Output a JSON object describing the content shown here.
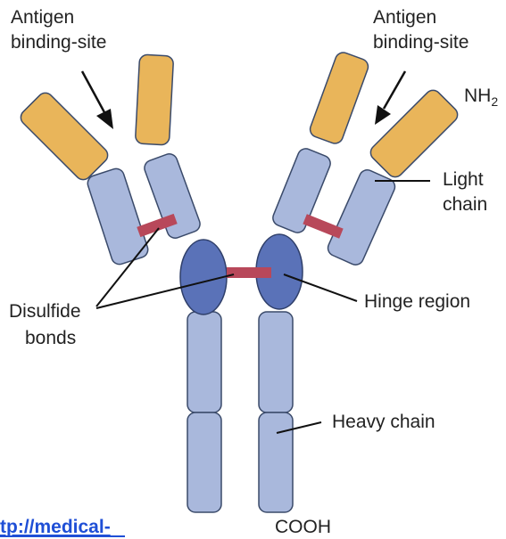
{
  "labels": {
    "antigen_left_1": "Antigen",
    "antigen_left_2": "binding-site",
    "antigen_right_1": "Antigen",
    "antigen_right_2": "binding-site",
    "nh2": "NH",
    "nh2_sub": "2",
    "light_1": "Light",
    "light_2": "chain",
    "disulfide_1": "Disulfide",
    "disulfide_2": "bonds",
    "hinge": "Hinge region",
    "heavy": "Heavy chain",
    "cooh": "COOH",
    "link": "tp://medical-"
  },
  "colors": {
    "variable_region": "#e9b55a",
    "constant_region": "#a9b8dc",
    "hinge_region": "#5a72b8",
    "disulfide_bond": "#b8485a",
    "outline": "#3a4a6a",
    "link_text": "#1f4fd6"
  }
}
